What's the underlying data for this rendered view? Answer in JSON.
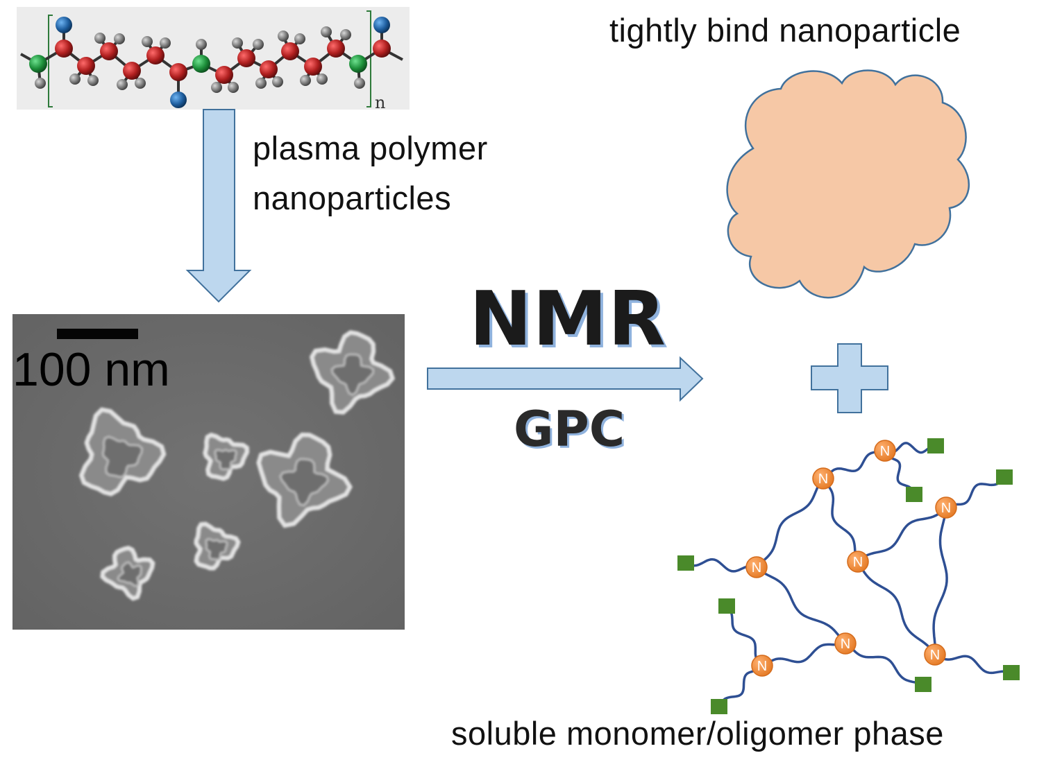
{
  "labels": {
    "top_right": "tightly bind nanoparticle",
    "arrow_caption_line1": "plasma polymer",
    "arrow_caption_line2": "nanoparticles",
    "method_main": "NMR",
    "method_sub": "GPC",
    "bottom_right": "soluble monomer/oligomer phase",
    "scale_bar": "100 nm",
    "repeat_subscript": "n"
  },
  "network": {
    "node_label": "N",
    "colors": {
      "node_fill": "#ee8a3a",
      "chain": "#2e4f93",
      "end_group": "#4a8a2a"
    }
  },
  "colors": {
    "arrow_fill": "#bdd7ee",
    "arrow_stroke": "#41719c",
    "cloud_fill": "#f6c8a6",
    "cloud_stroke": "#41719c",
    "sem_background": "#6b6b6b",
    "atom_carbon": "#b01f1f",
    "atom_nitrogen": "#1d8f3a",
    "atom_oxygen": "#1f5fa0",
    "atom_hydrogen": "#7a7a7a"
  }
}
